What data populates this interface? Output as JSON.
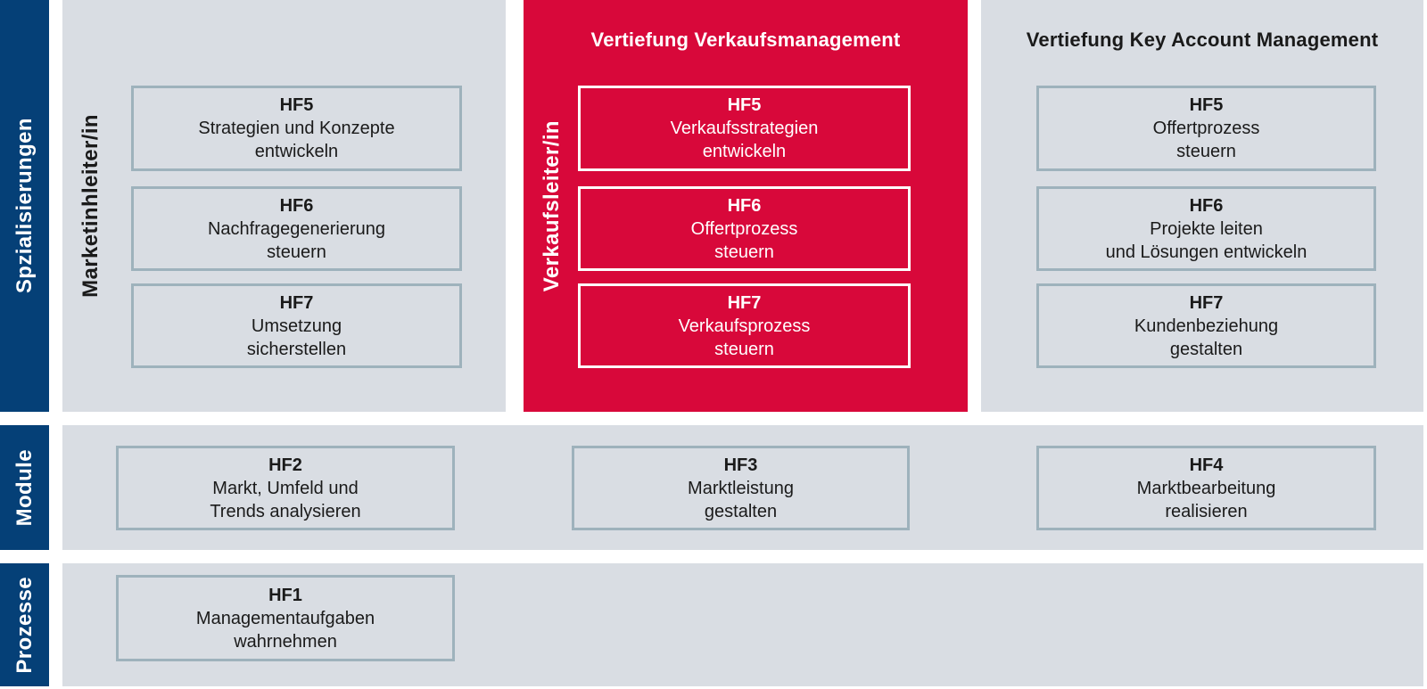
{
  "colors": {
    "navy": "#054077",
    "red": "#d8083a",
    "panel_gray": "#d9dde3",
    "box_border": "#9eb2bc",
    "text_dark": "#1a1a1a",
    "text_light": "#ffffff"
  },
  "sidebar": {
    "specializations_label": "Spzialisierungen",
    "modules_label": "Module",
    "processes_label": "Prozesse"
  },
  "specializations": {
    "marketing": {
      "role": "Marketinhleiter/in",
      "boxes": [
        {
          "code": "HF5",
          "line1": "Strategien und Konzepte",
          "line2": "entwickeln"
        },
        {
          "code": "HF6",
          "line1": "Nachfragegenerierung",
          "line2": "steuern"
        },
        {
          "code": "HF7",
          "line1": "Umsetzung",
          "line2": "sicherstellen"
        }
      ]
    },
    "sales": {
      "title": "Vertiefung Verkaufsmanagement",
      "role": "Verkaufsleiter/in",
      "boxes": [
        {
          "code": "HF5",
          "line1": "Verkaufsstrategien",
          "line2": "entwickeln"
        },
        {
          "code": "HF6",
          "line1": "Offertprozess",
          "line2": "steuern"
        },
        {
          "code": "HF7",
          "line1": "Verkaufsprozess",
          "line2": "steuern"
        }
      ]
    },
    "key_account": {
      "title": "Vertiefung Key Account Management",
      "boxes": [
        {
          "code": "HF5",
          "line1": "Offertprozess",
          "line2": "steuern"
        },
        {
          "code": "HF6",
          "line1": "Projekte leiten",
          "line2": "und Lösungen entwickeln"
        },
        {
          "code": "HF7",
          "line1": "Kundenbeziehung",
          "line2": "gestalten"
        }
      ]
    }
  },
  "modules": {
    "boxes": [
      {
        "code": "HF2",
        "line1": "Markt, Umfeld und",
        "line2": "Trends analysieren"
      },
      {
        "code": "HF3",
        "line1": "Marktleistung",
        "line2": "gestalten"
      },
      {
        "code": "HF4",
        "line1": "Marktbearbeitung",
        "line2": "realisieren"
      }
    ]
  },
  "processes": {
    "boxes": [
      {
        "code": "HF1",
        "line1": "Managementaufgaben",
        "line2": "wahrnehmen"
      }
    ]
  }
}
